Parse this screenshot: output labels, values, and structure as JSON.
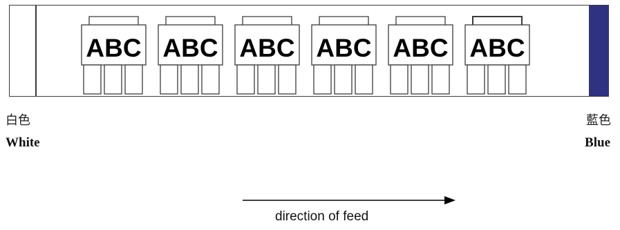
{
  "colors": {
    "outline": "#3a3a3a",
    "blue_band": "#2f3181",
    "background": "#ffffff"
  },
  "labels": {
    "count": 6,
    "text": "ABC"
  },
  "left_end": {
    "chinese": "白色",
    "english": "White"
  },
  "right_end": {
    "chinese": "藍色",
    "english": "Blue"
  },
  "feed": {
    "caption": "direction of feed"
  }
}
